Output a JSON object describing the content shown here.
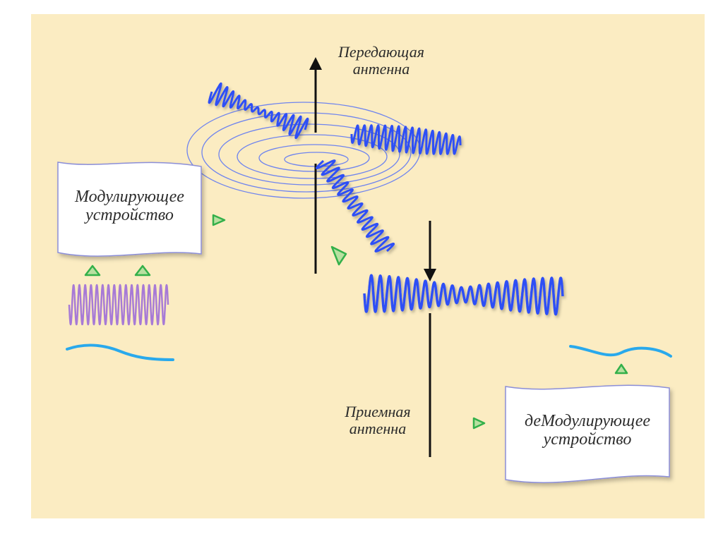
{
  "labels": {
    "transmit_antenna_line1": "Передающая",
    "transmit_antenna_line2": "антенна",
    "modulator_line1": "Модулирующее",
    "modulator_line2": "устройство",
    "receive_antenna_line1": "Приемная",
    "receive_antenna_line2": "антенна",
    "demodulator_line1": "деМодулирующее",
    "demodulator_line2": "устройство"
  },
  "colors": {
    "background": "#fbecc2",
    "wave_blue": "#2f4ff5",
    "signal_cyan": "#29a9ec",
    "carrier_purple": "#a77ad6",
    "field_line": "#6f84ee",
    "arrow_green": "#33b04a",
    "box_outline": "#8b8ed8"
  }
}
